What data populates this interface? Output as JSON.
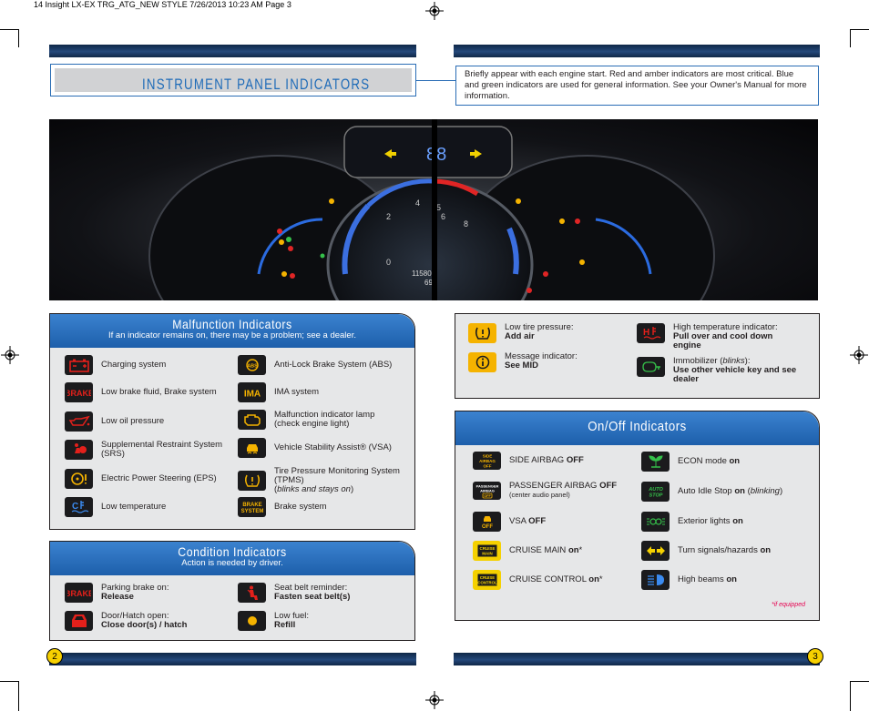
{
  "slug_line": "14 Insight LX-EX TRG_ATG_NEW STYLE  7/26/2013  10:23 AM  Page 3",
  "title": "INSTRUMENT PANEL INDICATORS",
  "intro": "Briefly appear with each engine start. Red and amber indicators are most critical. Blue and green indicators are used for general information. See your Owner's Manual for more information.",
  "colors": {
    "brand_blue": "#1e6bb8",
    "header_blue": "#2f74c0",
    "red": "#e3201b",
    "amber": "#f5b300",
    "panel_gray": "#e6e7e8"
  },
  "malfunction": {
    "title": "Malfunction Indicators",
    "subtitle": "If an indicator remains on, there may be a problem; see a dealer.",
    "left": [
      {
        "icon": "battery-icon",
        "label": "Charging system"
      },
      {
        "icon": "brake-text-icon",
        "label": "Low brake fluid, Brake system"
      },
      {
        "icon": "oil-can-icon",
        "label": "Low oil pressure"
      },
      {
        "icon": "srs-airbag-icon",
        "label": "Supplemental Restraint System (SRS)"
      },
      {
        "icon": "eps-steering-icon",
        "label": "Electric Power Steering (EPS)"
      },
      {
        "icon": "low-temperature-icon",
        "label": "Low temperature"
      }
    ],
    "right": [
      {
        "icon": "abs-icon",
        "label": "Anti-Lock Brake System (ABS)"
      },
      {
        "icon": "ima-icon",
        "label": "IMA system"
      },
      {
        "icon": "check-engine-icon",
        "label": "Malfunction indicator lamp",
        "note": "(check engine light)"
      },
      {
        "icon": "vsa-icon",
        "label": "Vehicle Stability Assist® (VSA)"
      },
      {
        "icon": "tpms-icon",
        "label": "Tire Pressure Monitoring System (TPMS)",
        "note_pre": "(",
        "note_italic": "blinks and stays on",
        "note_post": ")"
      },
      {
        "icon": "brake-system-icon",
        "label": "Brake system"
      }
    ]
  },
  "condition": {
    "title": "Condition Indicators",
    "subtitle": "Action is needed by driver.",
    "items": [
      {
        "icon": "parking-brake-icon",
        "label": "Parking brake on:",
        "action": "Release"
      },
      {
        "icon": "door-open-icon",
        "label": "Door/Hatch open:",
        "action": "Close door(s) / hatch"
      },
      {
        "icon": "seat-belt-icon",
        "label": "Seat belt reminder:",
        "action": "Fasten seat belt(s)"
      },
      {
        "icon": "low-fuel-icon",
        "label": "Low fuel:",
        "action": "Refill"
      }
    ]
  },
  "alerts": [
    {
      "icon": "low-tire-pressure-icon",
      "label": "Low tire pressure:",
      "action": "Add air"
    },
    {
      "icon": "message-icon",
      "label": "Message indicator:",
      "action": "See MID"
    },
    {
      "icon": "high-temperature-icon",
      "label": "High temperature indicator:",
      "action": "Pull over and cool down engine"
    },
    {
      "icon": "immobilizer-icon",
      "label_pre": "Immobilizer (",
      "label_italic": "blinks",
      "label_post": "):",
      "action": "Use other vehicle key and see dealer"
    }
  ],
  "onoff": {
    "title": "On/Off Indicators",
    "left": [
      {
        "icon": "side-airbag-off-icon",
        "text": "SIDE AIRBAG ",
        "bold": "OFF"
      },
      {
        "icon": "passenger-airbag-icon",
        "text": "PASSENGER AIRBAG ",
        "bold": "OFF",
        "note": "(center audio panel)"
      },
      {
        "icon": "vsa-off-icon",
        "text": "VSA ",
        "bold": "OFF"
      },
      {
        "icon": "cruise-main-icon",
        "text": "CRUISE MAIN ",
        "bold": "on",
        "suffix": "*"
      },
      {
        "icon": "cruise-control-icon",
        "text": "CRUISE CONTROL ",
        "bold": "on",
        "suffix": "*"
      }
    ],
    "right": [
      {
        "icon": "econ-mode-icon",
        "text": "ECON mode ",
        "bold": "on"
      },
      {
        "icon": "auto-idle-stop-icon",
        "text": "Auto Idle Stop ",
        "bold": "on",
        "italic": "blinking"
      },
      {
        "icon": "exterior-lights-icon",
        "text": "Exterior lights ",
        "bold": "on"
      },
      {
        "icon": "turn-signals-icon",
        "text": "Turn signals/hazards ",
        "bold": "on"
      },
      {
        "icon": "high-beams-icon",
        "text": "High beams ",
        "bold": "on"
      }
    ],
    "footnote": "*if equipped"
  },
  "dash": {
    "odometer": "11580",
    "range": "69"
  },
  "icon_texts": {
    "brake": "BRAKE",
    "ima": "IMA",
    "brake_system_1": "BRAKE",
    "brake_system_2": "SYSTEM",
    "side_airbag_1": "SIDE",
    "side_airbag_2": "AIRBAG",
    "side_airbag_3": "OFF",
    "passenger_1": "PASSENGER",
    "passenger_2": "AIRBAG",
    "passenger_3": "OFF",
    "vsa_off": "OFF",
    "cruise_main_1": "CRUISE",
    "cruise_main_2": "MAIN",
    "cruise_control_1": "CRUISE",
    "cruise_control_2": "CONTROL",
    "auto_stop_1": "AUTO",
    "auto_stop_2": "STOP"
  },
  "pages": {
    "left": "2",
    "right": "3"
  }
}
